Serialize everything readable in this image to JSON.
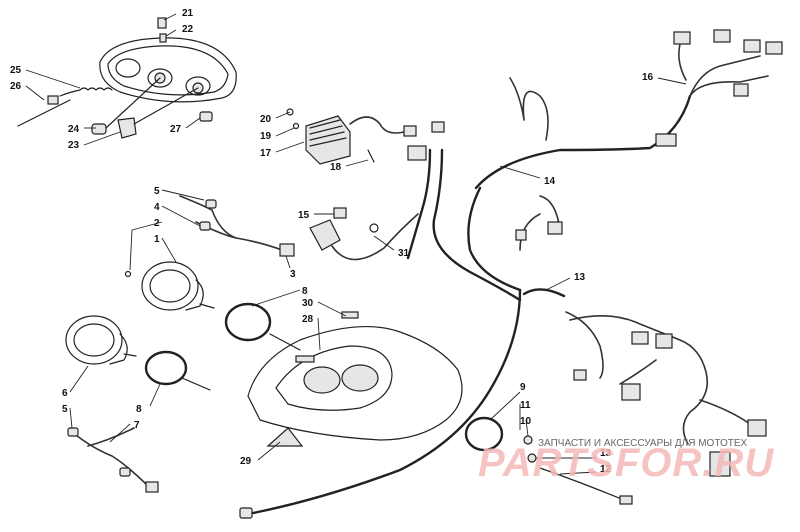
{
  "callouts": [
    {
      "id": "c21",
      "text": "21"
    },
    {
      "id": "c22",
      "text": "22"
    },
    {
      "id": "c25",
      "text": "25"
    },
    {
      "id": "c26",
      "text": "26"
    },
    {
      "id": "c24",
      "text": "24"
    },
    {
      "id": "c23",
      "text": "23"
    },
    {
      "id": "c27",
      "text": "27"
    },
    {
      "id": "c20",
      "text": "20"
    },
    {
      "id": "c19",
      "text": "19"
    },
    {
      "id": "c17",
      "text": "17"
    },
    {
      "id": "c18",
      "text": "18"
    },
    {
      "id": "c16",
      "text": "16"
    },
    {
      "id": "c14",
      "text": "14"
    },
    {
      "id": "c15",
      "text": "15"
    },
    {
      "id": "c31",
      "text": "31"
    },
    {
      "id": "c5a",
      "text": "5"
    },
    {
      "id": "c4",
      "text": "4"
    },
    {
      "id": "c2",
      "text": "2"
    },
    {
      "id": "c1",
      "text": "1"
    },
    {
      "id": "c3",
      "text": "3"
    },
    {
      "id": "c8a",
      "text": "8"
    },
    {
      "id": "c30",
      "text": "30"
    },
    {
      "id": "c28",
      "text": "28"
    },
    {
      "id": "c13a",
      "text": "13"
    },
    {
      "id": "c6",
      "text": "6"
    },
    {
      "id": "c5b",
      "text": "5"
    },
    {
      "id": "c7",
      "text": "7"
    },
    {
      "id": "c8b",
      "text": "8"
    },
    {
      "id": "c29",
      "text": "29"
    },
    {
      "id": "c9",
      "text": "9"
    },
    {
      "id": "c11",
      "text": "11"
    },
    {
      "id": "c10",
      "text": "10"
    },
    {
      "id": "c13b",
      "text": "13"
    },
    {
      "id": "c12",
      "text": "12"
    }
  ],
  "watermark": {
    "tagline": "ЗАПЧАСТИ И АКСЕССУАРЫ ДЛЯ МОТОТЕХ",
    "brand": "PARTSFOR.RU"
  },
  "colors": {
    "line": "#222222",
    "fill": "#e6e6e6",
    "watermark_text": "#666666",
    "watermark_brand": "#f5b9b9"
  }
}
